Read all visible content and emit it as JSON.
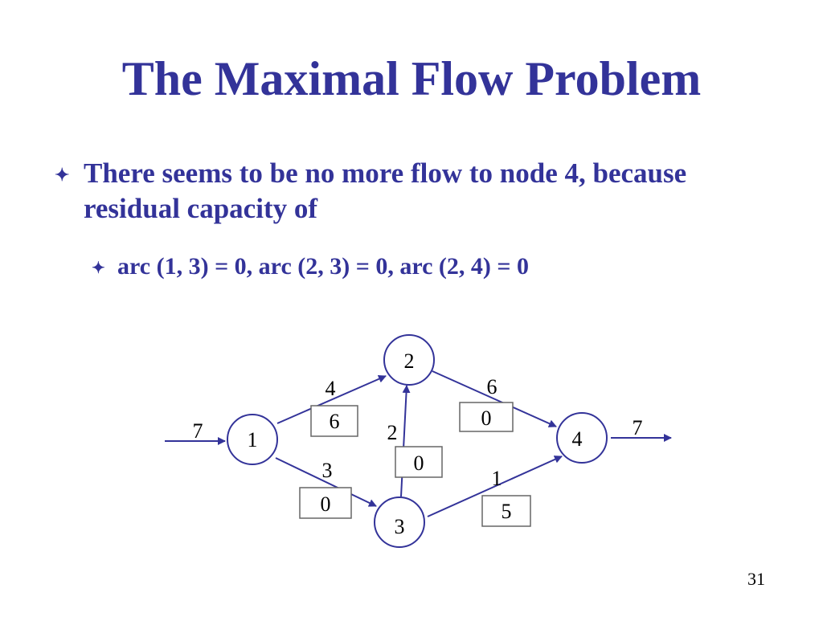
{
  "slide": {
    "title": "The Maximal Flow Problem",
    "bullet_marker": "✦",
    "bullets": [
      {
        "text": "There seems to be no more flow to node 4, because residual capacity of",
        "sub": [
          {
            "text": "arc (1, 3) = 0, arc (2, 3) = 0, arc (2, 4) = 0"
          }
        ]
      }
    ],
    "page_number": "31"
  },
  "network": {
    "line_color": "#333399",
    "box_color": "#666666",
    "nodes": [
      {
        "id": "1",
        "label": "1"
      },
      {
        "id": "2",
        "label": "2"
      },
      {
        "id": "3",
        "label": "3"
      },
      {
        "id": "4",
        "label": "4"
      }
    ],
    "inflow_label": "7",
    "outflow_label": "7",
    "arcs": [
      {
        "from": "1",
        "to": "2",
        "label": "4",
        "residual": "6"
      },
      {
        "from": "1",
        "to": "3",
        "label": "3",
        "residual": "0"
      },
      {
        "from": "3",
        "to": "2",
        "label": "2",
        "residual": "0"
      },
      {
        "from": "2",
        "to": "4",
        "label": "6",
        "residual": "0"
      },
      {
        "from": "3",
        "to": "4",
        "label": "1",
        "residual": "5"
      }
    ]
  }
}
